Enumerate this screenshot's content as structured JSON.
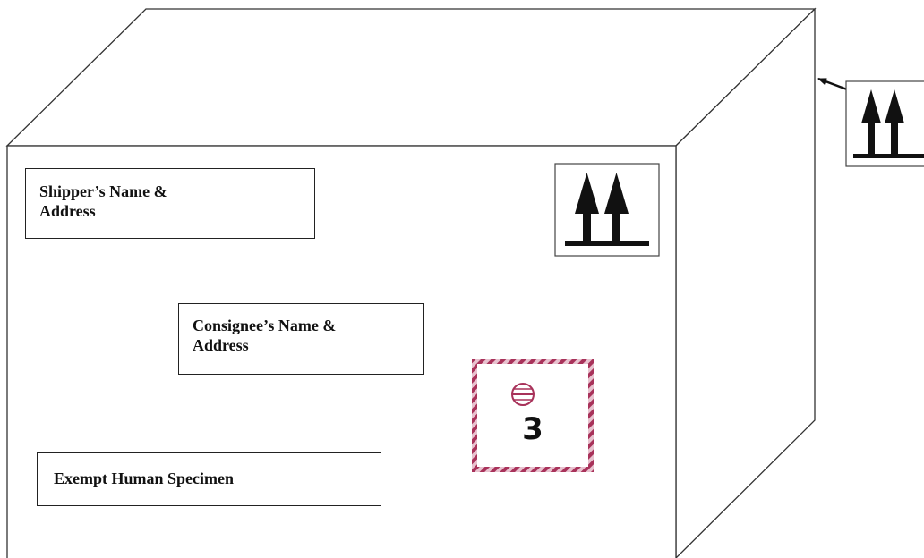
{
  "shipper_label": {
    "line1": "Shipper’s Name &",
    "line2": "Address"
  },
  "consignee_label": {
    "line1": "Consignee’s Name &",
    "line2": "Address"
  },
  "exempt_label": {
    "text": "Exempt Human Specimen"
  },
  "biohazard_mark": {
    "number": "3",
    "border_color": "#a8325a",
    "icon": "exempt-circle-icon"
  },
  "orientation_symbols": {
    "front_icon": "this-way-up-icon",
    "callout_icon": "this-way-up-icon"
  }
}
